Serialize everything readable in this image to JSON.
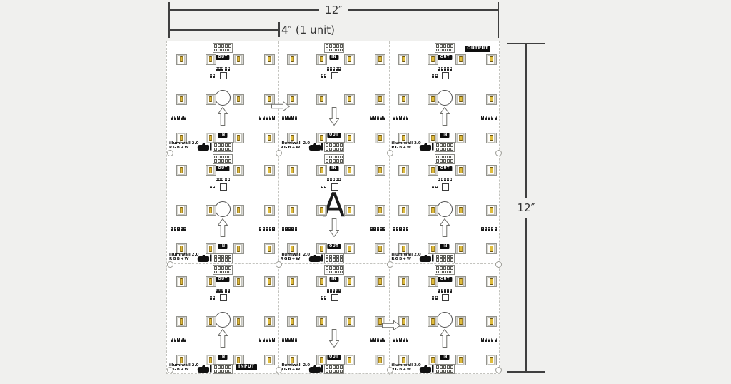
{
  "page": {
    "background": "#f0f0ee"
  },
  "dimensions": {
    "top_width_label": "12″",
    "unit_width_label": "4″ (1 unit)",
    "right_height_label": "12″"
  },
  "panel": {
    "grid": {
      "rows": 3,
      "cols": 3
    },
    "brand_line1": "illumiwall 2.0",
    "brand_line2": "RGB+W",
    "output_tag": "OUTPUT",
    "input_tag": "INPUT",
    "center_letter": "A",
    "units": [
      {
        "row": 0,
        "col": 0,
        "flow": "up",
        "top_label": "OUT",
        "bottom_label": "IN",
        "has_circle": true
      },
      {
        "row": 0,
        "col": 1,
        "flow": "down",
        "top_label": "IN",
        "bottom_label": "OUT",
        "has_circle": false
      },
      {
        "row": 0,
        "col": 2,
        "flow": "up",
        "top_label": "OUT",
        "bottom_label": "IN",
        "has_circle": true,
        "corner_tag": "OUTPUT"
      },
      {
        "row": 1,
        "col": 0,
        "flow": "up",
        "top_label": "OUT",
        "bottom_label": "IN",
        "has_circle": true
      },
      {
        "row": 1,
        "col": 1,
        "flow": "down",
        "top_label": "IN",
        "bottom_label": "OUT",
        "has_circle": false,
        "letter": "A"
      },
      {
        "row": 1,
        "col": 2,
        "flow": "up",
        "top_label": "OUT",
        "bottom_label": "IN",
        "has_circle": true
      },
      {
        "row": 2,
        "col": 0,
        "flow": "up",
        "top_label": "OUT",
        "bottom_label": "IN",
        "has_circle": true,
        "corner_tag": "INPUT"
      },
      {
        "row": 2,
        "col": 1,
        "flow": "down",
        "top_label": "IN",
        "bottom_label": "OUT",
        "has_circle": false
      },
      {
        "row": 2,
        "col": 2,
        "flow": "up",
        "top_label": "OUT",
        "bottom_label": "IN",
        "has_circle": true
      }
    ],
    "flow_arrows_between_columns": [
      {
        "row": 0,
        "from_col": 0,
        "to_col": 1,
        "direction": "right"
      },
      {
        "row": 2,
        "from_col": 1,
        "to_col": 2,
        "direction": "right"
      }
    ],
    "icons": {
      "flow_up": "arrow-up-icon",
      "flow_down": "arrow-down-icon",
      "flow_right": "arrow-right-icon",
      "brand": "brand-logo-icon"
    }
  },
  "colors": {
    "page_bg": "#f0f0ee",
    "line": "#3f3f3f",
    "dashed": "#c3c3be",
    "led_chip": "#dfbc3d",
    "tag_bg": "#0e0e0e",
    "tag_fg": "#ffffff"
  }
}
